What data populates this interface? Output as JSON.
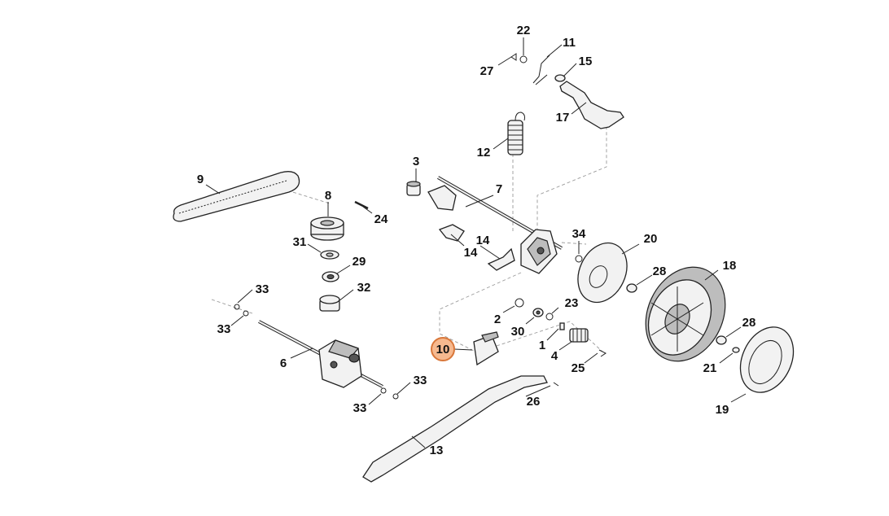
{
  "highlighted_label": "10",
  "colors": {
    "highlight_fill": "#f6b98f",
    "highlight_stroke": "#d9773a",
    "line": "#222222",
    "dashed": "#999999"
  },
  "labels": {
    "p1": "1",
    "p2": "2",
    "p3": "3",
    "p4": "4",
    "p6": "6",
    "p7": "7",
    "p8": "8",
    "p9": "9",
    "p10": "10",
    "p11": "11",
    "p12": "12",
    "p13": "13",
    "p14a": "14",
    "p14b": "14",
    "p15": "15",
    "p17": "17",
    "p18": "18",
    "p19": "19",
    "p20": "20",
    "p21": "21",
    "p22": "22",
    "p23": "23",
    "p24": "24",
    "p25": "25",
    "p26": "26",
    "p27": "27",
    "p28a": "28",
    "p28b": "28",
    "p29": "29",
    "p30": "30",
    "p31": "31",
    "p32": "32",
    "p33a": "33",
    "p33b": "33",
    "p33c": "33",
    "p33d": "33",
    "p34": "34"
  }
}
